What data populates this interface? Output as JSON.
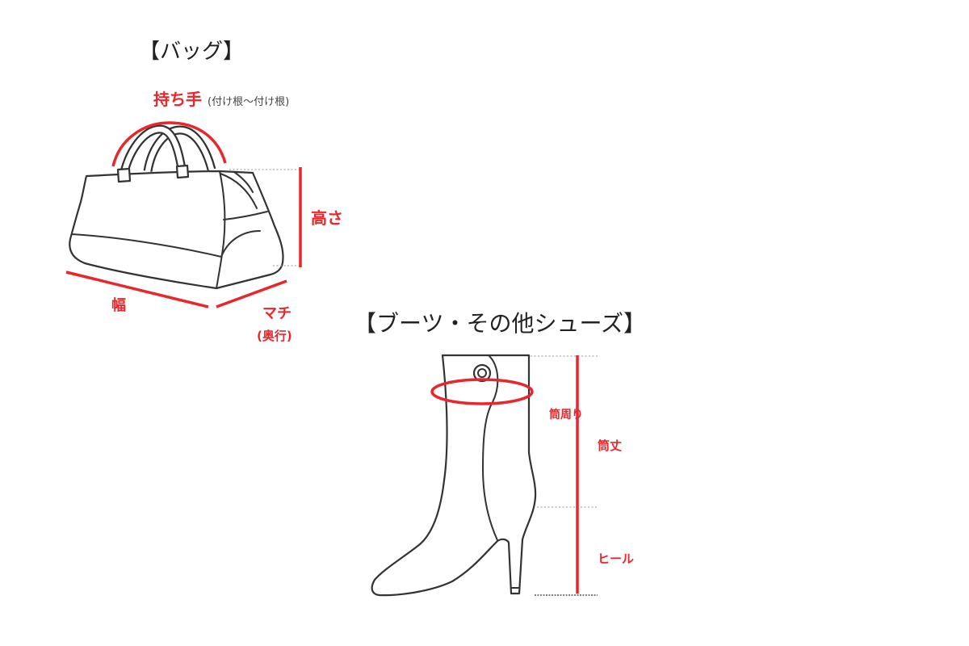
{
  "bag": {
    "heading": "【バッグ】",
    "labels": {
      "handle": "持ち手",
      "handle_note": "(付け根〜付け根)",
      "height": "高さ",
      "width": "幅",
      "depth": "マチ",
      "depth_note": "(奥行)"
    }
  },
  "boots": {
    "heading": "【ブーツ・その他シューズ】",
    "labels": {
      "circumference": "筒周り",
      "shaft_height": "筒丈",
      "heel": "ヒール"
    }
  },
  "colors": {
    "accent": "#e8262b",
    "outline": "#333333",
    "guide": "#aaaaaa",
    "text": "#222222"
  }
}
